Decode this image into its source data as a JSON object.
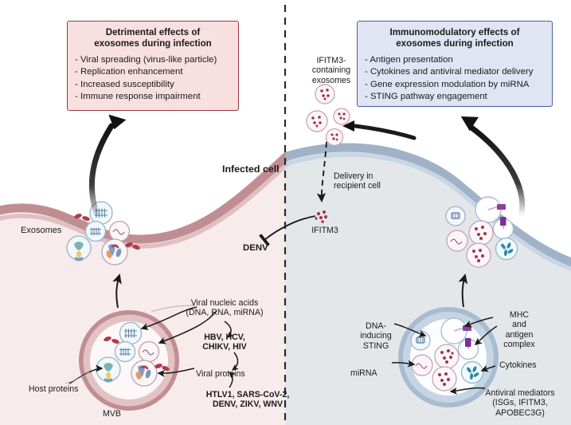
{
  "figure": {
    "divider": "vertical-dashed-line",
    "colors": {
      "left_cell_fill": "#f8ebec",
      "left_membrane_outer": "#c08e92",
      "left_membrane_inner": "#dcb6b8",
      "right_cell_fill": "#e4e7ea",
      "right_membrane_outer": "#9fb2c8",
      "right_membrane_inner": "#c3d1e0",
      "left_box_fill": "#f8dfe0",
      "left_box_border": "#9b3742",
      "right_box_fill": "#dfe5f3",
      "right_box_border": "#4a5da0",
      "arrow": "#1a1a1a",
      "mvb_left_ring": "#c08e92",
      "mvb_right_ring": "#a8bbcf"
    }
  },
  "left_panel": {
    "box": {
      "title": "Detrimental effects of\nexosomes during infection",
      "items": [
        "- Viral spreading (virus-like particle)",
        "- Replication enhancement",
        "- Increased susceptibility",
        "- Immune response impairment"
      ]
    },
    "labels": {
      "infected_cell": "Infected cell",
      "exosomes": "Exosomes",
      "mvb": "MVB",
      "host_proteins": "Host proteins",
      "viral_nucleic_acids": "Viral nucleic acids\n(DNA, RNA, miRNA)",
      "viral_nucleic_acid_viruses": "HBV, HCV,\nCHIKV, HIV",
      "viral_proteins": "Viral proteins",
      "viral_protein_viruses": "HTLV1, SARS-CoV-2,\nDENV, ZIKV, WNV",
      "denv": "DENV"
    }
  },
  "right_panel": {
    "box": {
      "title": "Immunomodulatory effects of\nexosomes during infection",
      "items": [
        "- Antigen presentation",
        "- Cytokines and antiviral mediator delivery",
        "- Gene expression modulation by miRNA",
        "- STING pathway engagement"
      ]
    },
    "labels": {
      "ifitm3_containing_exosomes": "IFITM3-\ncontaining\nexosomes",
      "delivery_in_recipient_cell": "Delivery in\nrecipient cell",
      "ifitm3": "IFITM3",
      "dna_inducing_sting": "DNA-\ninducing\nSTING",
      "mirna": "miRNA",
      "mhc_and_antigen_complex": "MHC\nand\nantigen\ncomplex",
      "cytokines": "Cytokines",
      "antiviral_mediators": "Antiviral mediators\n(ISGs, IFITM3,\nAPOBEC3G)"
    }
  }
}
